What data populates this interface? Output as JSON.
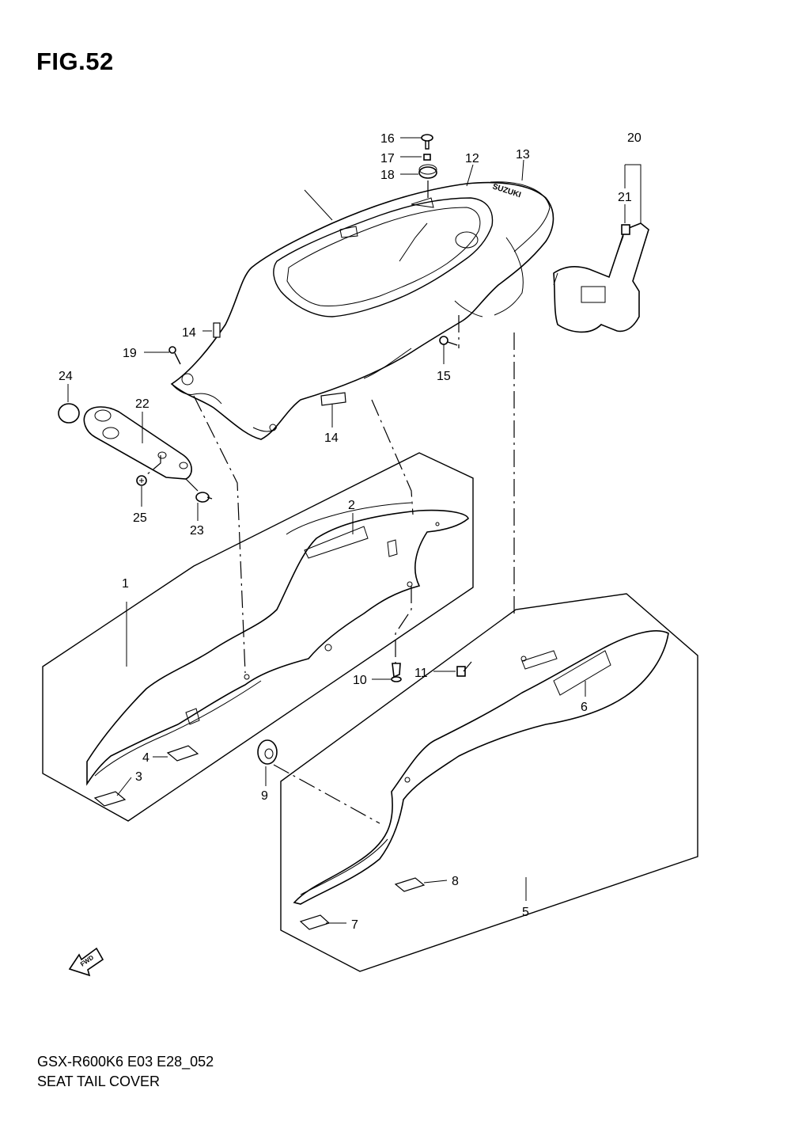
{
  "figure": {
    "title": "FIG.52",
    "model_code": "GSX-R600K6 E03 E28_052",
    "name": "SEAT TAIL COVER",
    "fwd_label": "FWD"
  },
  "callouts": [
    "1",
    "2",
    "3",
    "4",
    "5",
    "6",
    "7",
    "8",
    "9",
    "10",
    "11",
    "12",
    "13",
    "14",
    "14",
    "15",
    "16",
    "17",
    "18",
    "19",
    "20",
    "21",
    "22",
    "23",
    "24",
    "25"
  ],
  "emblem_text": "SUZUKI"
}
